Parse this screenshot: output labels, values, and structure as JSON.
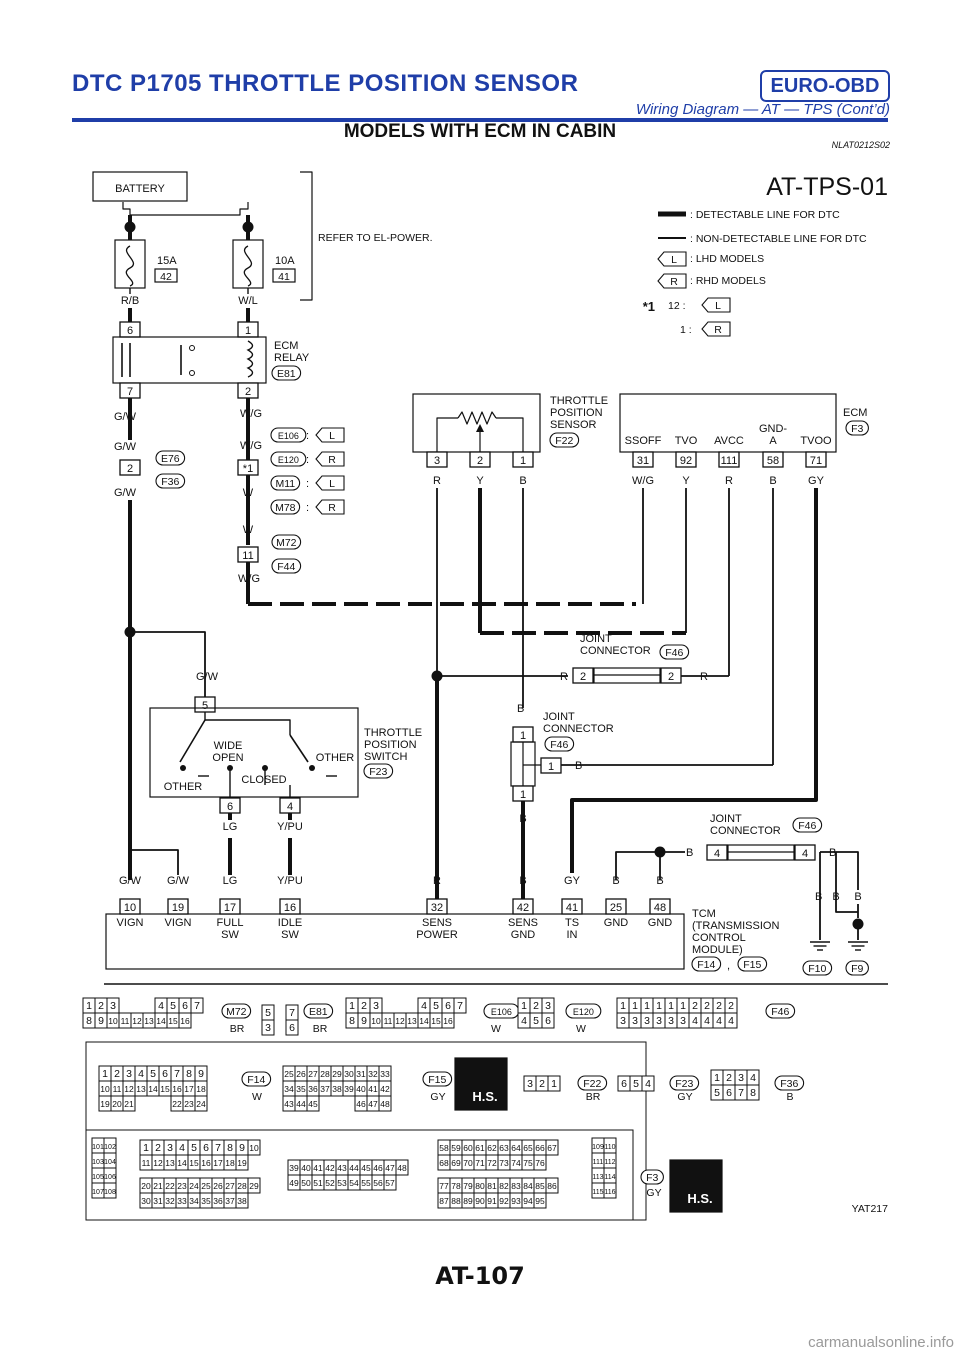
{
  "header": {
    "title": "DTC P1705 THROTTLE POSITION SENSOR",
    "badge": "EURO-OBD",
    "subtitle": "Wiring Diagram — AT — TPS (Cont’d)"
  },
  "section": {
    "title": "MODELS WITH ECM IN CABIN",
    "code": "NLAT0212S02"
  },
  "diagram": {
    "id": "AT-TPS-01",
    "battery": "BATTERY",
    "refer": "REFER TO EL-POWER.",
    "legend": {
      "detectable": ": DETECTABLE LINE FOR DTC",
      "non_detectable": ": NON-DETECTABLE LINE FOR DTC",
      "lhd": ": LHD MODELS",
      "rhd": ": RHD MODELS",
      "L": "L",
      "R": "R"
    },
    "star_note": {
      "mark": "*1",
      "row1": "12 :",
      "row2": "1 :"
    },
    "fuses": [
      {
        "amp": "15A",
        "no": "42",
        "wire": "R/B"
      },
      {
        "amp": "10A",
        "no": "41",
        "wire": "W/L"
      }
    ],
    "ecm_relay": {
      "name1": "ECM",
      "name2": "RELAY",
      "conn": "E81",
      "pins": [
        "6",
        "1",
        "7",
        "2"
      ]
    },
    "left_column": {
      "w1": "G/W",
      "w2": "G/W",
      "pin": "2",
      "c1": "E76",
      "c2": "F36",
      "w3": "G/W"
    },
    "mid_column": {
      "w1": "W/G",
      "w2": "W/G",
      "pin_star": "*1",
      "w3": "W",
      "w4": "W",
      "pin": "11",
      "w5": "W/G",
      "connectors": [
        {
          "conn": "E106",
          "code": "L"
        },
        {
          "conn": "E120",
          "code": "R"
        },
        {
          "conn": "M11",
          "code": "L"
        },
        {
          "conn": "M78",
          "code": "R"
        }
      ],
      "c_m72": "M72",
      "c_f44": "F44"
    },
    "tps_sensor": {
      "name": [
        "THROTTLE",
        "POSITION",
        "SENSOR"
      ],
      "conn": "F22",
      "pins": [
        "3",
        "2",
        "1"
      ],
      "wires": [
        "R",
        "Y",
        "B"
      ]
    },
    "ecm": {
      "name": "ECM",
      "conn": "F3",
      "terminals": [
        {
          "label": "SSOFF",
          "pin": "31",
          "wire": "W/G"
        },
        {
          "label": "TVO",
          "pin": "92",
          "wire": "Y"
        },
        {
          "label": "AVCC",
          "pin": "111",
          "wire": "R"
        },
        {
          "label": "GND-",
          "label2": "A",
          "pin": "58",
          "wire": "B"
        },
        {
          "label": "TVOO",
          "pin": "71",
          "wire": "GY"
        }
      ]
    },
    "joint_r": {
      "name": [
        "JOINT",
        "CONNECTOR"
      ],
      "conn": "F46",
      "pin": "2",
      "wire": "R"
    },
    "joint_b1": {
      "name": [
        "JOINT",
        "CONNECTOR"
      ],
      "conn": "F46",
      "pin": "1",
      "wire": "B"
    },
    "joint_b2": {
      "name": [
        "JOINT",
        "CONNECTOR"
      ],
      "conn": "F46",
      "pin": "4",
      "wire": "B"
    },
    "tp_switch": {
      "name": [
        "THROTTLE",
        "POSITION",
        "SWITCH"
      ],
      "conn": "F23",
      "top_wire": "G/W",
      "top_pin": "5",
      "wide": [
        "WIDE",
        "OPEN"
      ],
      "other": "OTHER",
      "closed": "CLOSED",
      "pins": [
        "6",
        "4"
      ],
      "wires": [
        "LG",
        "Y/PU"
      ]
    },
    "tcm": {
      "name": [
        "TCM",
        "(TRANSMISSION",
        "CONTROL",
        "MODULE)"
      ],
      "conns": [
        "F14",
        "F15"
      ],
      "sep": ",",
      "terminals": [
        {
          "pin": "10",
          "wire": "G/W",
          "label": "VIGN"
        },
        {
          "pin": "19",
          "wire": "G/W",
          "label": "VIGN"
        },
        {
          "pin": "17",
          "wire": "LG",
          "label": "FULL",
          "label2": "SW"
        },
        {
          "pin": "16",
          "wire": "Y/PU",
          "label": "IDLE",
          "label2": "SW"
        },
        {
          "pin": "32",
          "wire": "R",
          "label": "SENS",
          "label2": "POWER"
        },
        {
          "pin": "42",
          "wire": "B",
          "label": "SENS",
          "label2": "GND"
        },
        {
          "pin": "41",
          "wire": "GY",
          "label": "TS",
          "label2": "IN"
        },
        {
          "pin": "25",
          "wire": "B",
          "label": "GND"
        },
        {
          "pin": "48",
          "wire": "B",
          "label": "GND"
        }
      ]
    },
    "grounds": [
      "F10",
      "F9"
    ],
    "ground_wires": [
      "B",
      "B",
      "B"
    ],
    "connector_views": [
      {
        "id": "M72",
        "color": "BR"
      },
      {
        "id": "E81",
        "color": "BR"
      },
      {
        "id": "E106",
        "color": "W"
      },
      {
        "id": "E120",
        "color": "W"
      },
      {
        "id": "F46",
        "color": ""
      },
      {
        "id": "F14",
        "color": "W"
      },
      {
        "id": "F15",
        "color": "GY"
      },
      {
        "id": "F22",
        "color": "BR"
      },
      {
        "id": "F23",
        "color": "GY"
      },
      {
        "id": "F36",
        "color": "B"
      },
      {
        "id": "F3",
        "color": "GY"
      }
    ],
    "hs": "H.S.",
    "figure_code": "YAT217"
  },
  "footer": {
    "page": "AT-107",
    "watermark": "carmanualsonline.info"
  }
}
